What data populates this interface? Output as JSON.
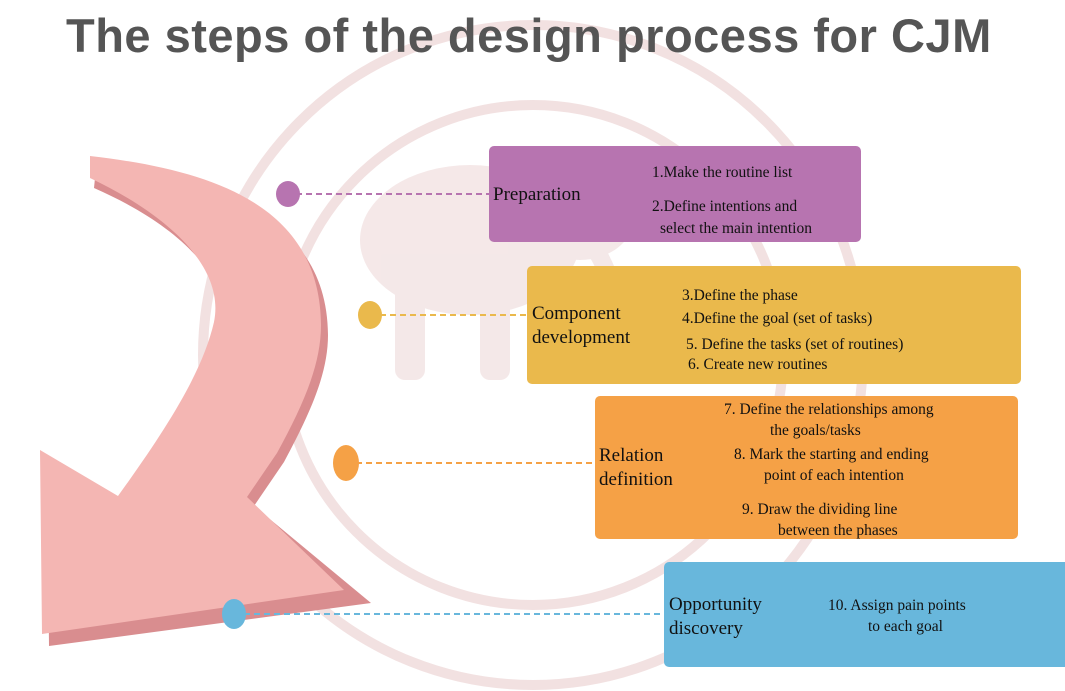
{
  "title": "The steps of the design process for CJM",
  "phases": [
    {
      "name": "Preparation",
      "color": "#b774b0",
      "steps": [
        "1.Make the routine list",
        "2.Define intentions and",
        "select the main intention"
      ]
    },
    {
      "name_lines": [
        "Component",
        "development"
      ],
      "color": "#eab94c",
      "steps": [
        "3.Define the phase",
        "4.Define the goal (set of tasks)",
        "5. Define the tasks (set of routines)",
        "6. Create new routines"
      ]
    },
    {
      "name_lines": [
        "Relation",
        "definition"
      ],
      "color": "#f5a146",
      "steps": [
        "7. Define the relationships among",
        "the goals/tasks",
        "8. Mark the starting and ending",
        "point of each intention",
        "9. Draw the dividing line",
        "between the phases"
      ]
    },
    {
      "name_lines": [
        "Opportunity",
        "discovery"
      ],
      "color": "#68b7dc",
      "steps": [
        "10. Assign pain points",
        "to each goal"
      ]
    }
  ],
  "colors": {
    "arrow": "#f3b4b0",
    "arrow_edge": "#d9888a",
    "title": "#555555",
    "watermark": "#d0a3a3"
  }
}
